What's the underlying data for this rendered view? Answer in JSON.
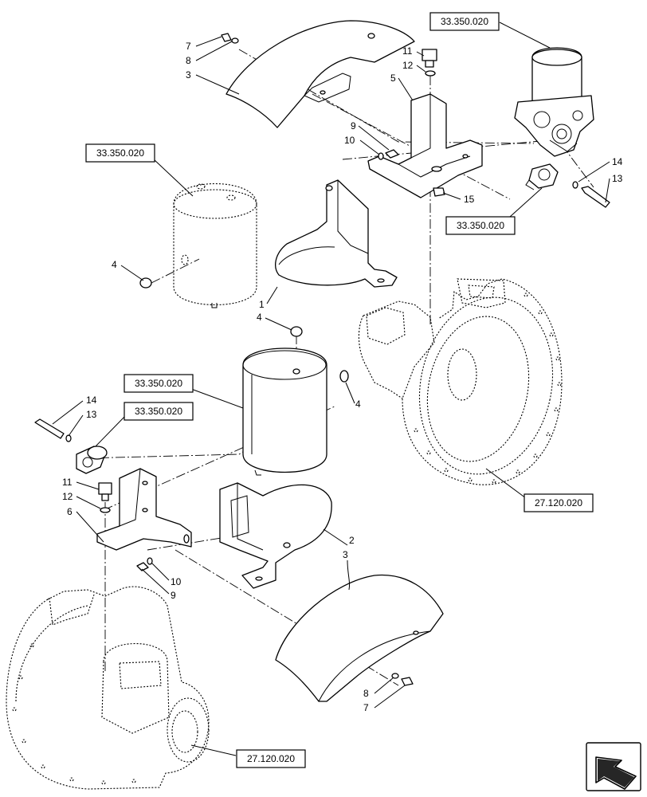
{
  "callouts": {
    "top_fender": {
      "screw": "7",
      "washer": "8",
      "fender": "3"
    },
    "top_bracket": {
      "bolt": "11",
      "washer": "12",
      "bracket": "5",
      "screw": "9",
      "washer_small": "10",
      "nut": "15"
    },
    "top_valve": {
      "bolt": "14",
      "washer": "13"
    },
    "upper_tank": {
      "plug": "4",
      "strap": "1"
    },
    "lower_tank": {
      "plug_top": "4",
      "plug_side": "4"
    },
    "left_valve": {
      "bolt": "14",
      "washer": "13"
    },
    "left_bracket": {
      "bolt": "11",
      "washer": "12",
      "bracket": "6",
      "washer_small": "10",
      "screw": "9"
    },
    "lower_strap": {
      "strap": "2"
    },
    "bottom_fender": {
      "fender": "3",
      "washer": "8",
      "screw": "7"
    }
  },
  "refs": {
    "dryer": "33.350.020",
    "valve_right": "33.350.020",
    "tank_upper": "33.350.020",
    "tank_lower": "33.350.020",
    "valve_left": "33.350.020",
    "housing_right": "27.120.020",
    "housing_left": "27.120.020"
  },
  "icons": {
    "nav": "arrow-back-icon"
  }
}
